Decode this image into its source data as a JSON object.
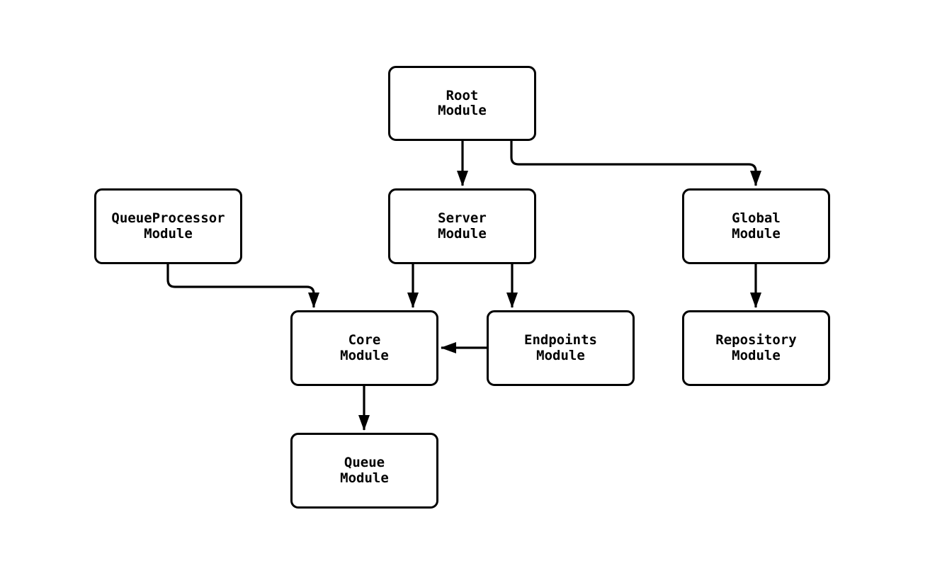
{
  "diagram": {
    "type": "module-dependency-flowchart",
    "background_color": "#ffffff",
    "line_color": "#000000",
    "nodes": {
      "root": {
        "line1": "Root",
        "line2": "Module"
      },
      "queueprocessor": {
        "line1": "QueueProcessor",
        "line2": "Module"
      },
      "server": {
        "line1": "Server",
        "line2": "Module"
      },
      "global": {
        "line1": "Global",
        "line2": "Module"
      },
      "core": {
        "line1": "Core",
        "line2": "Module"
      },
      "endpoints": {
        "line1": "Endpoints",
        "line2": "Module"
      },
      "repository": {
        "line1": "Repository",
        "line2": "Module"
      },
      "queue": {
        "line1": "Queue",
        "line2": "Module"
      }
    },
    "edges": [
      {
        "from": "root",
        "to": "server"
      },
      {
        "from": "root",
        "to": "global"
      },
      {
        "from": "queueprocessor",
        "to": "core"
      },
      {
        "from": "server",
        "to": "core"
      },
      {
        "from": "server",
        "to": "endpoints"
      },
      {
        "from": "endpoints",
        "to": "core"
      },
      {
        "from": "global",
        "to": "repository"
      },
      {
        "from": "core",
        "to": "queue"
      }
    ]
  }
}
